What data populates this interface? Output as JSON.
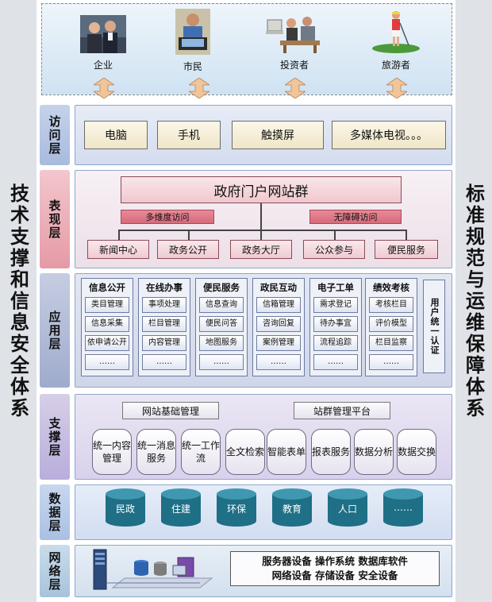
{
  "side_left": "技术支撑和信息安全体系",
  "side_right": "标准规范与运维保障体系",
  "users": [
    {
      "label": "企业",
      "icon": "business-people-icon"
    },
    {
      "label": "市民",
      "icon": "citizen-computer-icon"
    },
    {
      "label": "投资者",
      "icon": "investor-meeting-icon"
    },
    {
      "label": "旅游者",
      "icon": "tourist-golf-icon"
    }
  ],
  "layers": {
    "access": {
      "label": "访问层",
      "devices": [
        "电脑",
        "手机",
        "触摸屏",
        "多媒体电视。。。"
      ]
    },
    "presentation": {
      "label": "表现层",
      "portal": "政府门户网站群",
      "tags": [
        "多维度访问",
        "无障碍访问"
      ],
      "portals": [
        "新闻中心",
        "政务公开",
        "政务大厅",
        "公众参与",
        "便民服务"
      ]
    },
    "application": {
      "label": "应用层",
      "columns": [
        {
          "title": "信息公开",
          "items": [
            "类目管理",
            "信息采集",
            "依申请公开",
            "……"
          ]
        },
        {
          "title": "在线办事",
          "items": [
            "事项处理",
            "栏目管理",
            "内容管理",
            "……"
          ]
        },
        {
          "title": "便民服务",
          "items": [
            "信息查询",
            "便民问答",
            "地图服务",
            "……"
          ]
        },
        {
          "title": "政民互动",
          "items": [
            "信箱管理",
            "咨询回复",
            "案例管理",
            "……"
          ]
        },
        {
          "title": "电子工单",
          "items": [
            "需求登记",
            "待办事宜",
            "流程追踪",
            "……"
          ]
        },
        {
          "title": "绩效考核",
          "items": [
            "考核栏目",
            "评价模型",
            "栏目监察",
            "……"
          ]
        }
      ],
      "auth": "用户统一认证"
    },
    "support": {
      "label": "支撑层",
      "platforms": [
        "网站基础管理",
        "站群管理平台"
      ],
      "services": [
        "统一内容管理",
        "统一消息服务",
        "统一工作流",
        "全文检索",
        "智能表单",
        "报表服务",
        "数据分析",
        "数据交换"
      ]
    },
    "data": {
      "label": "数据层",
      "stores": [
        "民政",
        "住建",
        "环保",
        "教育",
        "人口",
        "……"
      ]
    },
    "network": {
      "label": "网络层",
      "line1": "服务器设备 操作系统 数据库软件",
      "line2": "网络设备 存储设备 安全设备"
    }
  },
  "colors": {
    "cylinder": "#1f6f86",
    "arrow": "#f2c49a"
  }
}
